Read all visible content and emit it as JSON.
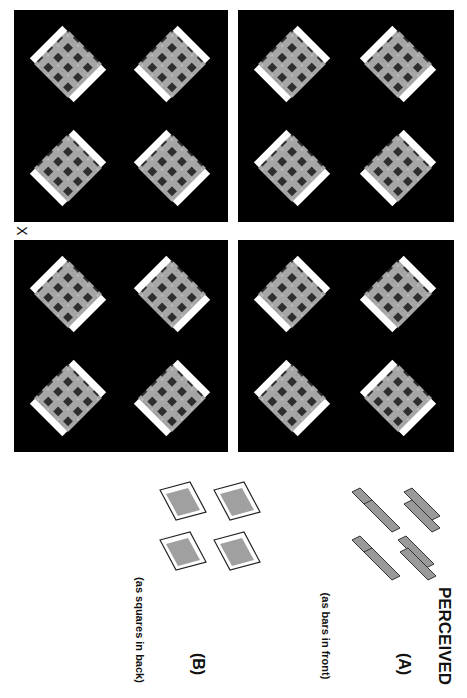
{
  "diagram": {
    "labels": [
      "PERCEIVED",
      "(A)",
      "(as bars in front)",
      "(B)",
      "(as squares in back)",
      "X"
    ]
  }
}
